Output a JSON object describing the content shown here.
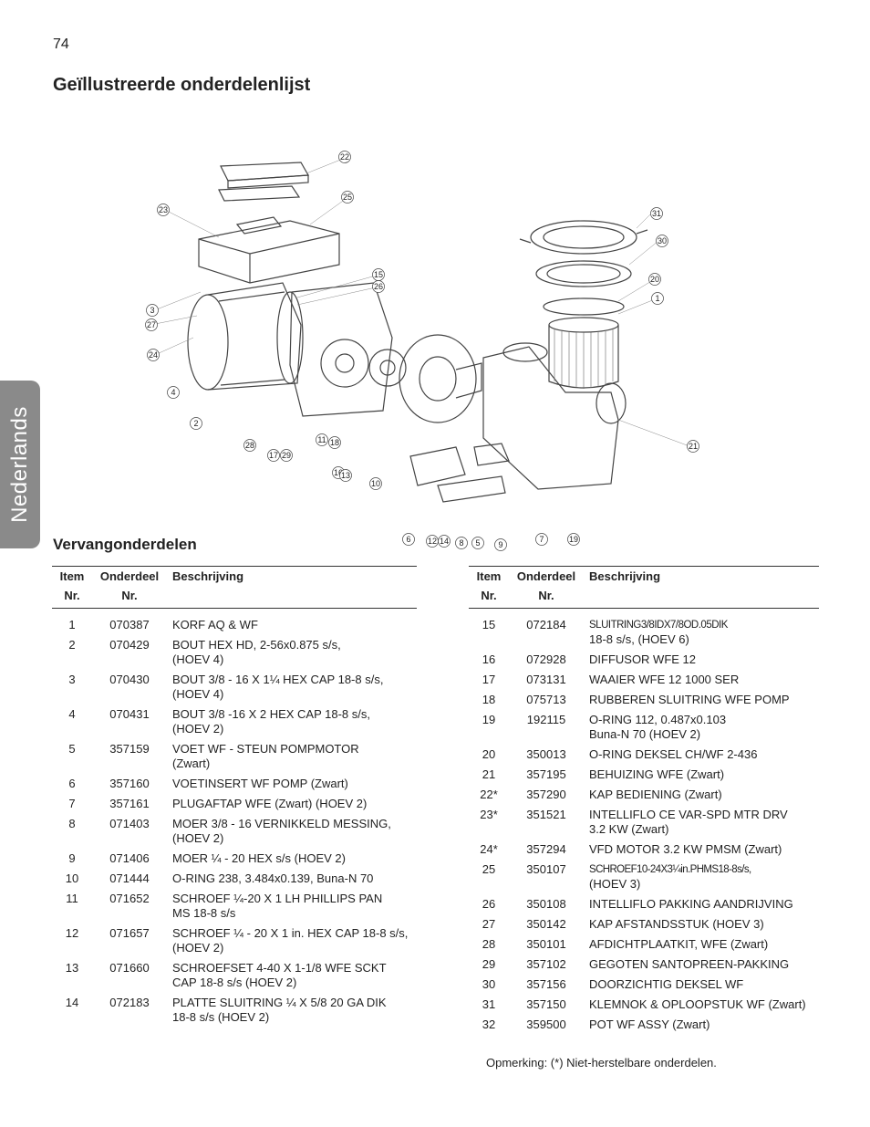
{
  "page_number": "74",
  "title": "Geïllustreerde onderdelenlijst",
  "side_tab": "Nederlands",
  "section_title": "Vervangonderdelen",
  "headers": {
    "item_1": "Item",
    "item_2": "Nr.",
    "part_1": "Onderdeel",
    "part_2": "Nr.",
    "desc": "Beschrijving"
  },
  "diagram_labels": [
    "22",
    "25",
    "23",
    "15",
    "26",
    "3",
    "27",
    "24",
    "4",
    "2",
    "28",
    "17",
    "29",
    "11",
    "18",
    "16",
    "13",
    "10",
    "31",
    "30",
    "20",
    "1",
    "21",
    "6",
    "12",
    "14",
    "8",
    "5",
    "9",
    "7",
    "19"
  ],
  "left_rows": [
    {
      "item": "1",
      "part": "070387",
      "desc": "KORF AQ & WF"
    },
    {
      "item": "2",
      "part": "070429",
      "desc": "BOUT HEX HD, 2-56x0.875 s/s,",
      "desc2": "(HOEV 4)"
    },
    {
      "item": "3",
      "part": "070430",
      "desc": "BOUT 3/8 - 16 X 1¼ HEX CAP 18-8 s/s,",
      "desc2": "(HOEV 4)"
    },
    {
      "item": "4",
      "part": "070431",
      "desc": "BOUT 3/8 -16 X 2 HEX CAP 18-8 s/s,",
      "desc2": "(HOEV 2)"
    },
    {
      "item": "5",
      "part": "357159",
      "desc": "VOET WF - STEUN POMPMOTOR",
      "desc2": "(Zwart)"
    },
    {
      "item": "6",
      "part": "357160",
      "desc": "VOETINSERT WF POMP (Zwart)"
    },
    {
      "item": "7",
      "part": "357161",
      "desc": "PLUGAFTAP WFE (Zwart) (HOEV 2)"
    },
    {
      "item": "8",
      "part": "071403",
      "desc": "MOER 3/8 - 16 VERNIKKELD MESSING,",
      "desc2": "(HOEV 2)"
    },
    {
      "item": "9",
      "part": "071406",
      "desc": "MOER ¼ - 20 HEX s/s (HOEV 2)"
    },
    {
      "item": "10",
      "part": "071444",
      "desc": "O-RING 238, 3.484x0.139, Buna-N 70"
    },
    {
      "item": "11",
      "part": "071652",
      "desc": "SCHROEF ¼-20 X 1 LH PHILLIPS PAN",
      "desc2": "MS 18-8 s/s"
    },
    {
      "item": "12",
      "part": "071657",
      "desc": "SCHROEF ¼ - 20 X 1 in. HEX CAP 18-8 s/s,",
      "desc2": "(HOEV 2)"
    },
    {
      "item": "13",
      "part": "071660",
      "desc": "SCHROEFSET 4-40 X 1-1/8 WFE SCKT",
      "desc2": "CAP 18-8 s/s (HOEV 2)"
    },
    {
      "item": "14",
      "part": "072183",
      "desc": "PLATTE SLUITRING ¼ X 5/8 20 GA DIK",
      "desc2": "18-8 s/s (HOEV 2)"
    }
  ],
  "right_rows": [
    {
      "item": "15",
      "part": "072184",
      "desc": "SLUITRING3/8IDX7/8OD.05DIK",
      "desc2": "18-8 s/s, (HOEV 6)"
    },
    {
      "item": "16",
      "part": "072928",
      "desc": "DIFFUSOR WFE 12"
    },
    {
      "item": "17",
      "part": "073131",
      "desc": "WAAIER WFE 12 1000 SER"
    },
    {
      "item": "18",
      "part": "075713",
      "desc": "RUBBEREN SLUITRING WFE POMP"
    },
    {
      "item": "19",
      "part": "192115",
      "desc": "O-RING 112, 0.487x0.103",
      "desc2": "Buna-N 70 (HOEV 2)"
    },
    {
      "item": "20",
      "part": "350013",
      "desc": "O-RING DEKSEL CH/WF 2-436"
    },
    {
      "item": "21",
      "part": "357195",
      "desc": "BEHUIZING WFE (Zwart)"
    },
    {
      "item": "22*",
      "part": "357290",
      "desc": "KAP BEDIENING (Zwart)"
    },
    {
      "item": "23*",
      "part": "351521",
      "desc": "INTELLIFLO CE VAR-SPD MTR DRV",
      "desc2": "3.2 KW (Zwart)"
    },
    {
      "item": "24*",
      "part": "357294",
      "desc": "VFD MOTOR 3.2 KW PMSM (Zwart)"
    },
    {
      "item": "25",
      "part": "350107",
      "desc": "SCHROEF10-24X3¼in.PHMS18-8s/s,",
      "desc2": "(HOEV 3)"
    },
    {
      "item": "26",
      "part": "350108",
      "desc": "INTELLIFLO PAKKING AANDRIJVING"
    },
    {
      "item": "27",
      "part": "350142",
      "desc": "KAP AFSTANDSSTUK (HOEV 3)"
    },
    {
      "item": "28",
      "part": "350101",
      "desc": "AFDICHTPLAATKIT, WFE (Zwart)"
    },
    {
      "item": "29",
      "part": "357102",
      "desc": "GEGOTEN SANTOPREEN-PAKKING"
    },
    {
      "item": "30",
      "part": "357156",
      "desc": "DOORZICHTIG DEKSEL WF"
    },
    {
      "item": "31",
      "part": "357150",
      "desc": "KLEMNOK & OPLOOPSTUK WF (Zwart)"
    },
    {
      "item": "32",
      "part": "359500",
      "desc": "POT WF ASSY (Zwart)"
    }
  ],
  "note": "Opmerking: (*) Niet-herstelbare onderdelen."
}
